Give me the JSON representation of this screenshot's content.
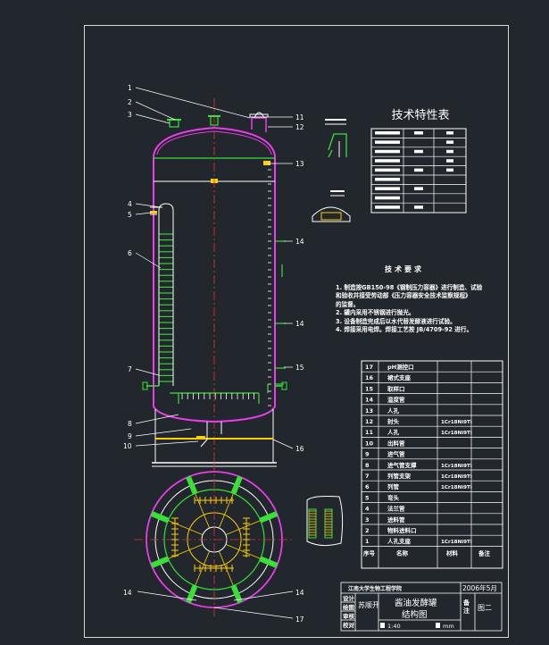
{
  "tech_table": {
    "title": "技术特性表"
  },
  "requirements": {
    "title": "技术要求",
    "lines": [
      "1. 制造按GB150-98《钢制压力容器》进行制造、试验",
      "和验收并接受劳动部《压力容器安全技术监察规程》",
      "的监督。",
      "2. 罐内采用不锈钢进行抛光。",
      "3. 设备制造完成后以水代替发酵液进行试验。",
      "4. 焊接采用电焊。焊接工艺按 JB/4709-92 进行。"
    ]
  },
  "callouts": {
    "left": [
      "1",
      "2",
      "3",
      "4",
      "5",
      "6",
      "7",
      "8",
      "9",
      "10"
    ],
    "right": [
      "11",
      "12",
      "13",
      "14",
      "14",
      "15",
      "16"
    ],
    "plan": [
      "14",
      "14",
      "17"
    ]
  },
  "parts_list": {
    "rows": [
      {
        "no": "17",
        "name": "pH测控口",
        "material": ""
      },
      {
        "no": "16",
        "name": "裙式支座",
        "material": ""
      },
      {
        "no": "15",
        "name": "取样口",
        "material": ""
      },
      {
        "no": "14",
        "name": "温度管",
        "material": ""
      },
      {
        "no": "13",
        "name": "人孔",
        "material": ""
      },
      {
        "no": "12",
        "name": "封头",
        "material": "1Cr18Ni9Ti"
      },
      {
        "no": "11",
        "name": "人孔",
        "material": "1Cr18Ni9Ti"
      },
      {
        "no": "10",
        "name": "出料管",
        "material": ""
      },
      {
        "no": "9",
        "name": "进气管",
        "material": ""
      },
      {
        "no": "8",
        "name": "进气管支撑",
        "material": "1Cr18Ni9Ti"
      },
      {
        "no": "7",
        "name": "列管支架",
        "material": "1Cr18Ni9Ti"
      },
      {
        "no": "6",
        "name": "列管",
        "material": "1Cr18Ni9Ti"
      },
      {
        "no": "5",
        "name": "弯头",
        "material": ""
      },
      {
        "no": "4",
        "name": "法兰管",
        "material": ""
      },
      {
        "no": "3",
        "name": "进料管",
        "material": ""
      },
      {
        "no": "2",
        "name": "物料进料口",
        "material": ""
      },
      {
        "no": "1",
        "name": "人孔支座",
        "material": "1Cr18Ni9Ti"
      }
    ],
    "header": {
      "no": "序号",
      "name": "名称",
      "material": "材料",
      "remark": "备注"
    }
  },
  "title_block": {
    "school": "江南大学生物工程学院",
    "date": "2006年5月",
    "roles": [
      "设计",
      "绘图",
      "审核",
      "校对"
    ],
    "designer": "苏顺开",
    "drawing_title_1": "酱油发酵罐",
    "drawing_title_2": "结构图",
    "remark_label_1": "备",
    "remark_label_2": "注",
    "drawing_no": "图二",
    "scale": "1:40",
    "unit": "mm"
  }
}
